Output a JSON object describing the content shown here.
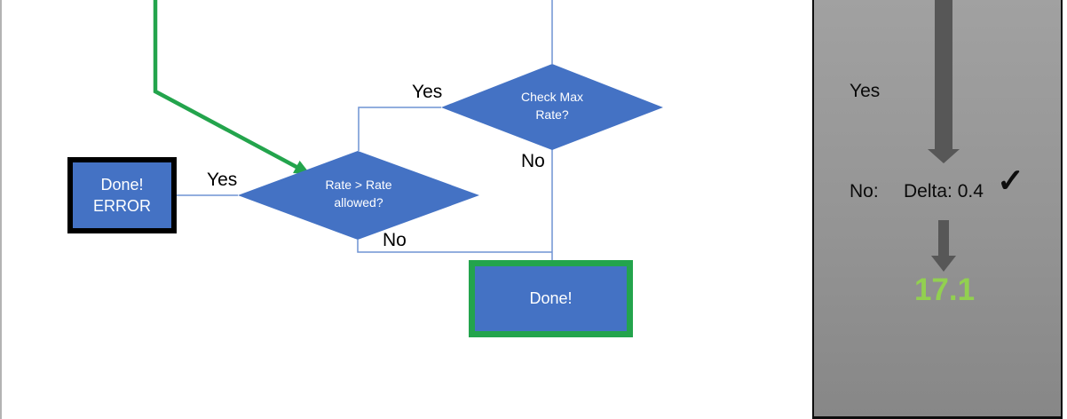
{
  "flowchart": {
    "decision_check_max_rate": {
      "line1": "Check Max",
      "line2": "Rate?"
    },
    "decision_rate_allowed": {
      "line1": "Rate > Rate",
      "line2": "allowed?"
    },
    "error_box": {
      "line1": "Done!",
      "line2": "ERROR"
    },
    "done_box": {
      "label": "Done!"
    },
    "edge_labels": {
      "check_max_yes": "Yes",
      "check_max_no": "No",
      "rate_allowed_yes": "Yes",
      "rate_allowed_no": "No"
    }
  },
  "side_panel": {
    "yes_label": "Yes",
    "no_label": "No:",
    "delta_label": "Delta: 0.4",
    "checkmark_icon": "✓",
    "result_value": "17.1"
  },
  "colors": {
    "shape_blue": "#4472c4",
    "connector_blue": "#6f93d3",
    "flow_green": "#23a44c",
    "result_green": "#92d050",
    "arrow_gray": "#575757",
    "panel_gray_top": "#a1a1a1",
    "panel_gray_bottom": "#878787",
    "border_black": "#0d0d0d"
  }
}
